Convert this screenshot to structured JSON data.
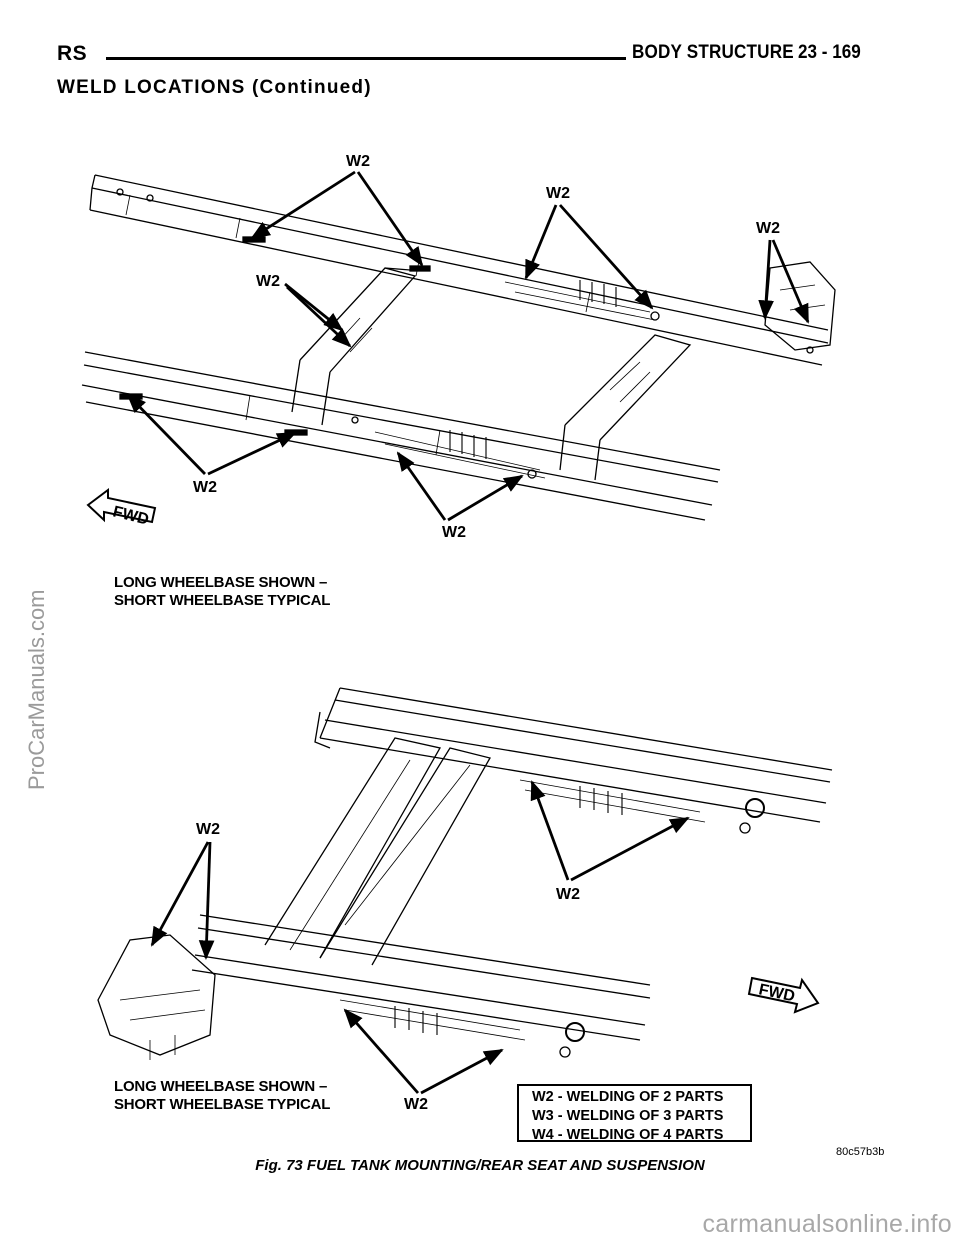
{
  "header": {
    "left": "RS",
    "title": "BODY STRUCTURE",
    "page": "23 - 169"
  },
  "section_title": "WELD LOCATIONS (Continued)",
  "figure": {
    "weld_label": "W2",
    "fwd_label": "FWD",
    "top_caption_line1": "LONG WHEELBASE SHOWN –",
    "top_caption_line2": "SHORT WHEELBASE TYPICAL",
    "bottom_caption_line1": "LONG WHEELBASE SHOWN –",
    "bottom_caption_line2": "SHORT WHEELBASE TYPICAL",
    "legend": [
      "W2 - WELDING OF 2 PARTS",
      "W3 - WELDING OF 3 PARTS",
      "W4 - WELDING OF 4 PARTS"
    ],
    "code": "80c57b3b",
    "caption": "Fig. 73 FUEL TANK MOUNTING/REAR SEAT AND SUSPENSION"
  },
  "watermark": "ProCarManuals.com",
  "site": "carmanualsonline.info"
}
